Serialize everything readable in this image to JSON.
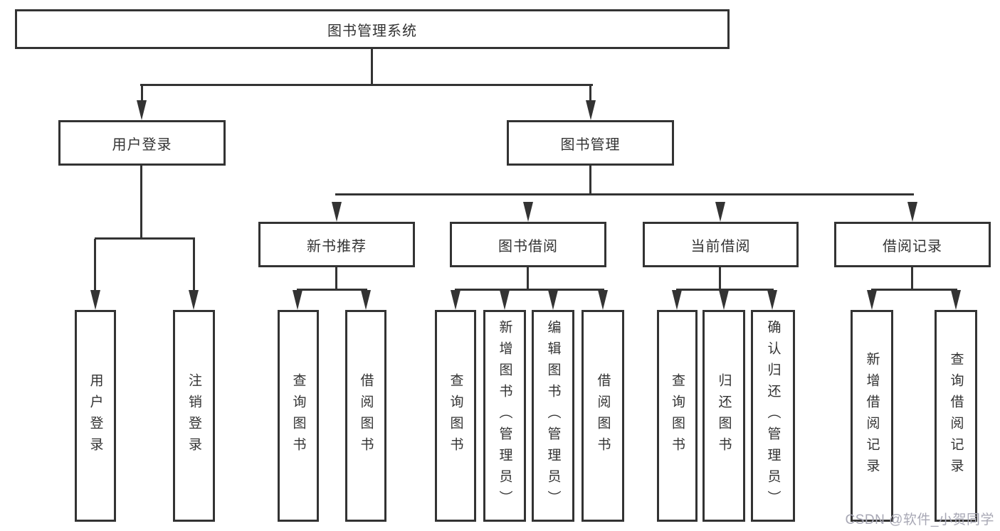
{
  "colors": {
    "background": "#ffffff",
    "line": "#333333",
    "text": "#333333",
    "watermark": "#a8a8b5"
  },
  "watermark": {
    "text": "CSDN @软件_小贺同学"
  },
  "tree": {
    "label": "图书管理系统",
    "children": [
      {
        "label": "用户登录",
        "children": [
          {
            "label": "用户登录"
          },
          {
            "label": "注销登录"
          }
        ]
      },
      {
        "label": "图书管理",
        "children": [
          {
            "label": "新书推荐",
            "children": [
              {
                "label": "查询图书"
              },
              {
                "label": "借阅图书"
              }
            ]
          },
          {
            "label": "图书借阅",
            "children": [
              {
                "label": "查询图书"
              },
              {
                "label": "新增图书（管理员）"
              },
              {
                "label": "编辑图书（管理员）"
              },
              {
                "label": "借阅图书"
              }
            ]
          },
          {
            "label": "当前借阅",
            "children": [
              {
                "label": "查询图书"
              },
              {
                "label": "归还图书"
              },
              {
                "label": "确认归还（管理员）"
              }
            ]
          },
          {
            "label": "借阅记录",
            "children": [
              {
                "label": "新增借阅记录"
              },
              {
                "label": "查询借阅记录"
              }
            ]
          }
        ]
      }
    ]
  }
}
